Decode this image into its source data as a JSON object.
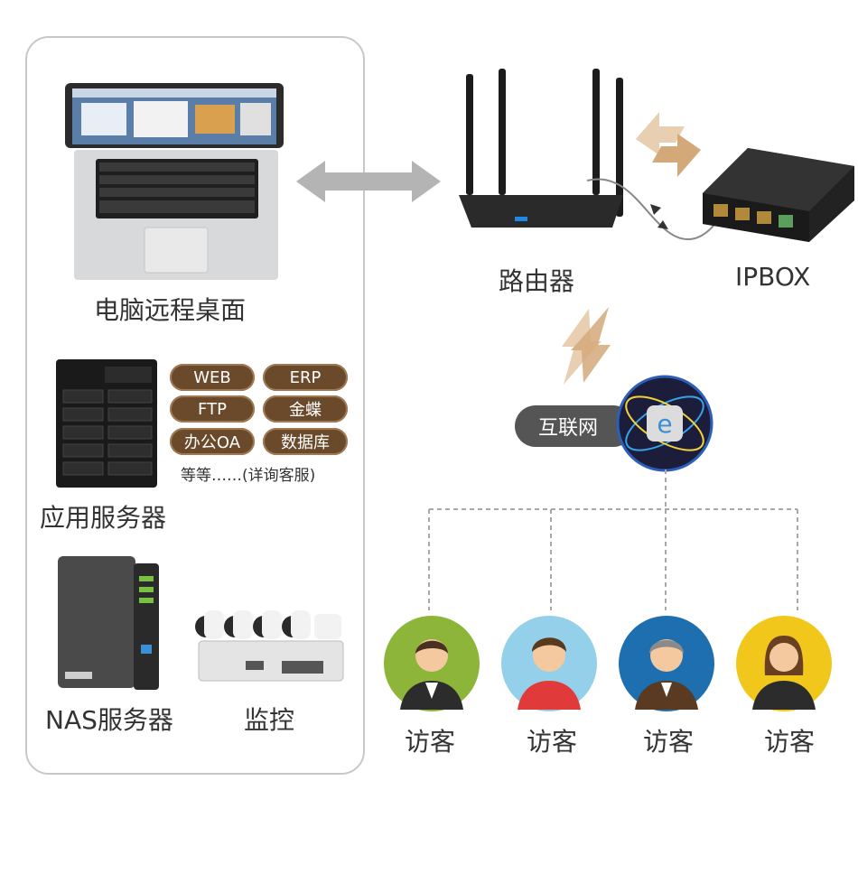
{
  "labels": {
    "laptop": "电脑远程桌面",
    "app_server": "应用服务器",
    "nas": "NAS服务器",
    "monitor": "监控",
    "router": "路由器",
    "ipbox": "IPBOX",
    "internet": "互联网"
  },
  "services": [
    "WEB",
    "ERP",
    "FTP",
    "金蝶",
    "办公OA",
    "数据库"
  ],
  "services_note": "等等……(详询客服)",
  "visitors": [
    "访客",
    "访客",
    "访客",
    "访客"
  ],
  "colors": {
    "chip": "#6b4a2c",
    "arrow_gray": "#b4b4b4",
    "arrow_tan": "#dcb990",
    "visitor_bg": [
      "#8cb53a",
      "#94d0ea",
      "#1e6fb0",
      "#f2c71c"
    ]
  },
  "icons": [
    "laptop-icon",
    "server-icon",
    "nas-icon",
    "camera-icon",
    "router-icon",
    "ipbox-icon",
    "globe-icon",
    "avatar-icon"
  ]
}
